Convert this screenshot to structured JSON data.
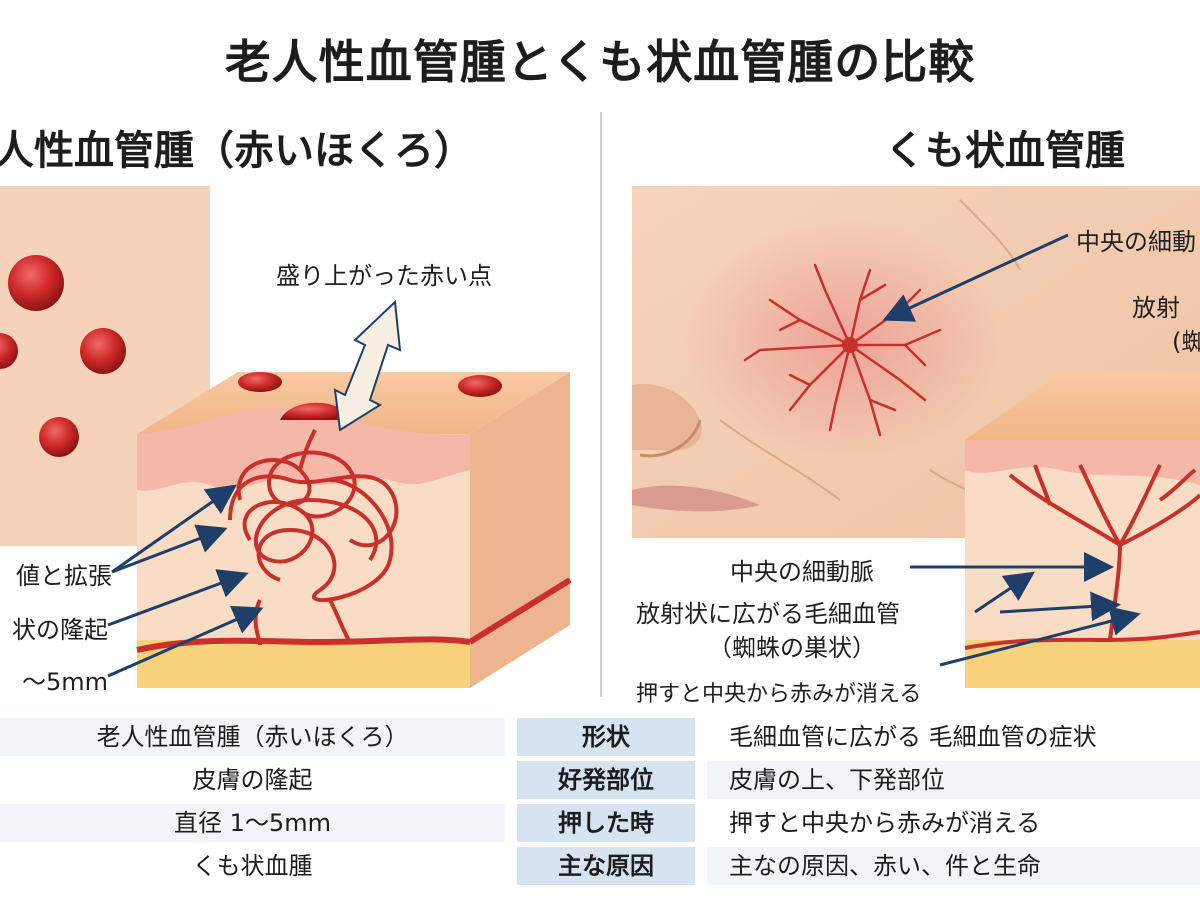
{
  "title": "老人性血管腫とくも状血管腫の比較",
  "left": {
    "heading": "人性血管腫（赤いほくろ）",
    "labels": {
      "raised": "盛り上がった赤い点",
      "proliferation": "値と拡張",
      "elevation": "状の隆起",
      "size": "〜5mm"
    }
  },
  "right": {
    "heading": "くも状血管腫",
    "labels": {
      "central_top": "中央の細動",
      "radial_top_1": "放射",
      "radial_top_2": "(蜘",
      "central": "中央の細動脈",
      "radial_1": "放射状に広がる毛細血管",
      "radial_2": "（蜘蛛の巣状）",
      "press": "押すと中央から赤みが消える"
    }
  },
  "table": {
    "rows": [
      {
        "left": "老人性血管腫（赤いほくろ）",
        "head": "形状",
        "right": "毛細血管に広がる  毛細血管の症状"
      },
      {
        "left": "皮膚の隆起",
        "head": "好発部位",
        "right": "皮膚の上、下発部位"
      },
      {
        "left": "直径 1〜5mm",
        "head": "押した時",
        "right": "押すと中央から赤みが消える"
      },
      {
        "left": "くも状血腫",
        "head": "主な原因",
        "right": "主なの原因、赤い、件と生命"
      }
    ]
  },
  "colors": {
    "skin": "#f6d2b5",
    "vessel": "#c9302c",
    "arrow": "#1f3f6b",
    "table_head": "#d6e4f1"
  }
}
